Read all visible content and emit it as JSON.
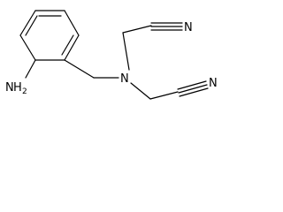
{
  "molecule": {
    "atom_labels": {
      "amine_N": "N",
      "amine_H": "H",
      "amine_H_count": "2",
      "tertiary_N": "N",
      "nitrile_N_top": "N",
      "nitrile_N_bottom": "N"
    },
    "colors": {
      "bond": "#000000",
      "label": "#000000",
      "background": "#ffffff"
    }
  }
}
